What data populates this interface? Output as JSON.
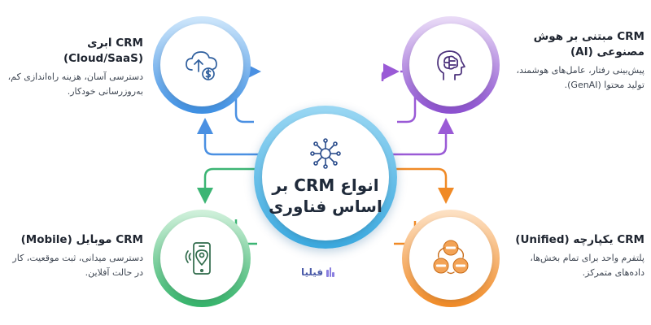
{
  "center": {
    "title": "انواع CRM بر اساس فناوری",
    "icon": "network-hub-icon",
    "color_from": "#9ad7f3",
    "color_to": "#3aa8de"
  },
  "branches": [
    {
      "key": "cloud",
      "title": "CRM ابری (Cloud/SaaS)",
      "description": "دسترسی آسان، هزینه راه‌اندازی کم، به‌روزرسانی خودکار.",
      "icon": "cloud-upload-dollar-icon",
      "color": "#3d8fe3"
    },
    {
      "key": "ai",
      "title": "CRM مبتنی بر هوش مصنوعی (AI)",
      "description": "پیش‌بینی رفتار، عامل‌های هوشمند، تولید محتوا (GenAI).",
      "icon": "ai-brain-head-icon",
      "color": "#8b4fcf"
    },
    {
      "key": "mobile",
      "title": "CRM موبایل (Mobile)",
      "description": "دسترسی میدانی، ثبت موقعیت، کار در حالت آفلاین.",
      "icon": "smartphone-location-icon",
      "color": "#34b36a"
    },
    {
      "key": "unified",
      "title": "CRM یکپارچه (Unified)",
      "description": "پلتفرم واحد برای تمام بخش‌ها، داده‌های متمرکز.",
      "icon": "gears-cycle-icon",
      "color": "#f08a26"
    }
  ],
  "brand": {
    "name": "فیلیا",
    "icon": "brand-bars-icon"
  }
}
